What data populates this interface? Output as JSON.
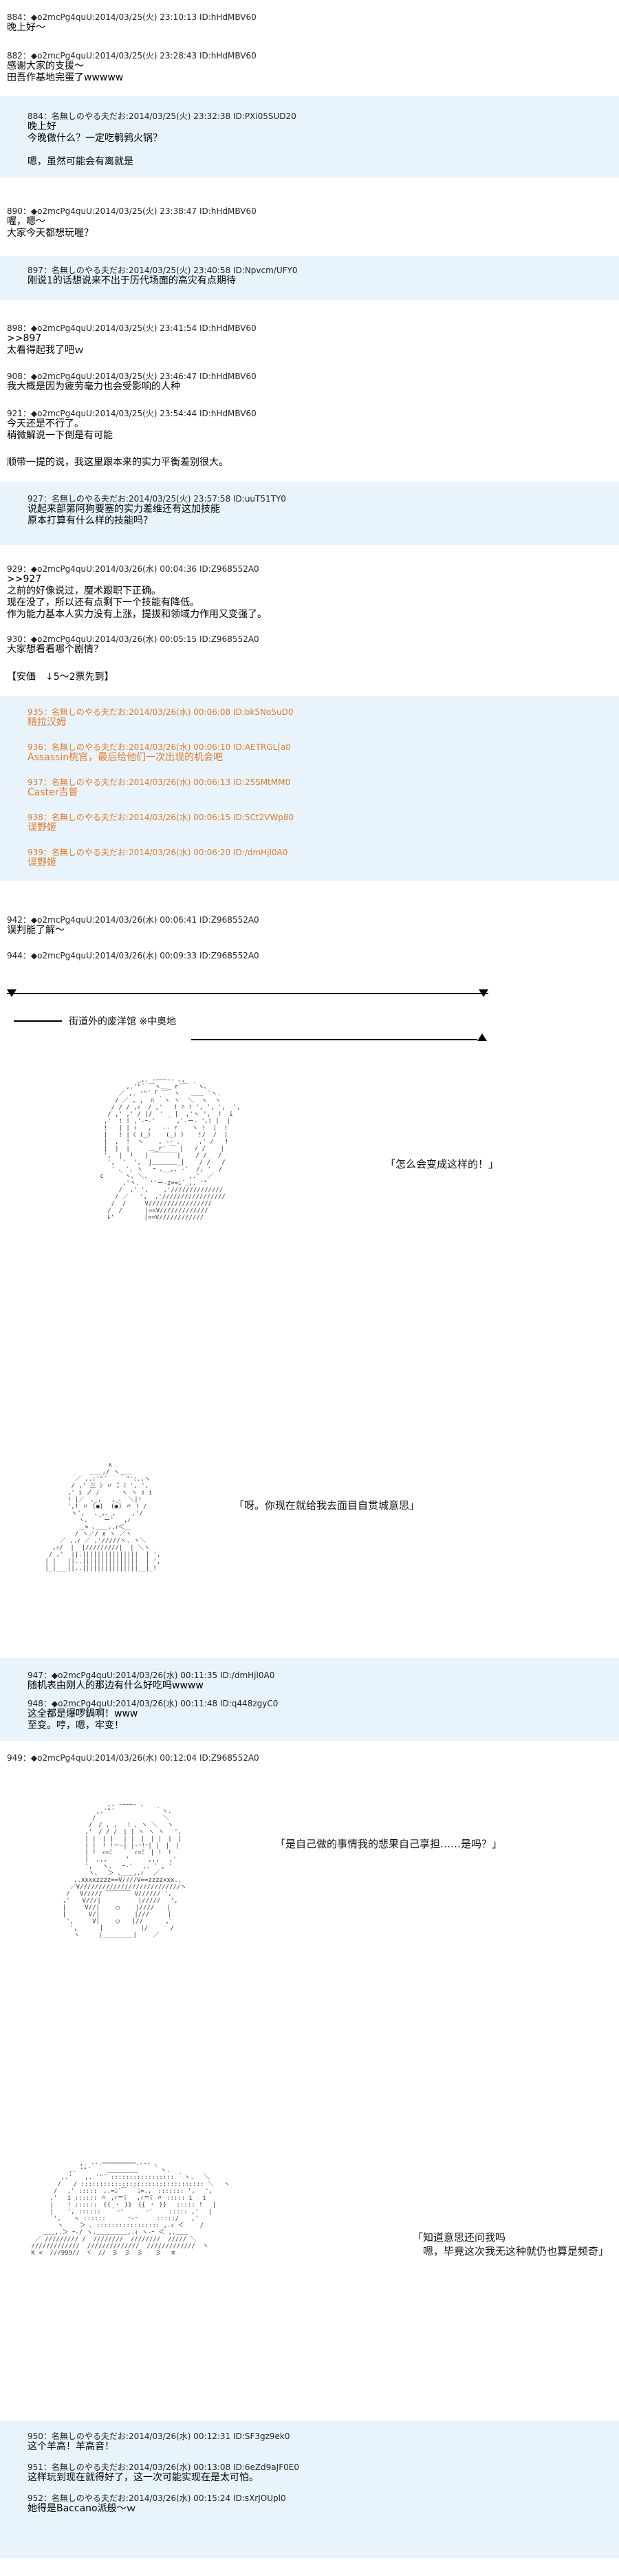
{
  "posts": [
    {
      "header": "884：◆o2mcPg4quU:2014/03/25(火) 23:10:13 ID:hHdMBV60",
      "text": "晚上好～"
    },
    {
      "header": "882：◆o2mcPg4quU:2014/03/25(火) 23:28:43 ID:hHdMBV60",
      "text": "感谢大家的支援～\n田吾作基地完蛋了wwwww"
    },
    {
      "header": "890：◆o2mcPg4quU:2014/03/25(火) 23:38:47 ID:hHdMBV60",
      "text": "喔，嗯～\n大家今天都想玩喔？"
    },
    {
      "header": "898：◆o2mcPg4quU:2014/03/25(火) 23:41:54 ID:hHdMBV60",
      "text": ">>897\n太看得起我了吧ｗ"
    },
    {
      "header": "908：◆o2mcPg4quU:2014/03/25(火) 23:46:47 ID:hHdMBV60",
      "text": "我大概是因为疲劳毫力也会受影响的人种"
    },
    {
      "header": "921：◆o2mcPg4quU:2014/03/25(火) 23:54:44 ID:hHdMBV60",
      "text": "今天还是不行了。\n稍微解说一下倒是有可能"
    },
    {
      "header": "",
      "text": "顺带一提的说，我这里跟本来的实力平衡差别很大。"
    },
    {
      "header": "929：◆o2mcPg4quU:2014/03/26(水) 00:04:36 ID:Z968552A0",
      "text": ">>927\n之前的好像说过，魔术跟职下正确。\n现在没了，所以还有点剩下一个技能有降低。\n作为能力基本人实力没有上涨，提拔和领域力作用又变强了。"
    },
    {
      "header": "930：◆o2mcPg4quU:2014/03/26(水) 00:05:15 ID:Z968552A0",
      "text": "大家想看看哪个剧情？"
    },
    {
      "header": "",
      "text": "【安価　↓5～2票先到】"
    },
    {
      "header": "942：◆o2mcPg4quU:2014/03/26(水) 00:06:41 ID:Z968552A0",
      "text": "误判能了解～"
    },
    {
      "header": "944：◆o2mcPg4quU:2014/03/26(水) 00:09:33 ID:Z968552A0",
      "text": ""
    },
    {
      "header": "947：◆o2mcPg4quU:2014/03/26(水) 00:11:35 ID:/dmHjl0A0",
      "text": "随机表由刚人的那边有什么好吃吗wwww"
    },
    {
      "header": "948：◆o2mcPg4quU:2014/03/26(水) 00:11:48 ID:q448zgyC0",
      "text": "这全都是爆啰鍋啊！www\n至变。哼，嗯，牢变！"
    },
    {
      "header": "949：◆o2mcPg4quU:2014/03/26(水) 00:12:04 ID:Z968552A0",
      "text": ""
    },
    {
      "header": "950：名無しのやる夫だお:2014/03/26(水) 00:12:31 ID:SF3gz9ek0",
      "text": "这个羊高！羊高音！"
    },
    {
      "header": "951：名無しのやる夫だお:2014/03/26(水) 00:13:08 ID:6eZd9aJF0E0",
      "text": "这样玩到现在就得好了，这一次可能实现在是太可怕。"
    },
    {
      "header": "952：名無しのやる夫だお:2014/03/26(水) 00:15:24 ID:sXrJOUpl0",
      "text": "她得是Baccano派般～ｗ"
    }
  ],
  "quotes": [
    {
      "header": "884：名無しのやる夫だお:2014/03/25(火) 23:32:38 ID:PXi05SUD20",
      "text": "晚上好\n今晚做什么？一定吃鹌鹑火锅？\n\n嗯，虽然可能会有离就是"
    },
    {
      "header": "897：名無しのやる夫だお:2014/03/25(火) 23:40:58 ID:Npvcm/UFY0",
      "text": "刚说1的话想说来不出于历代场面的高灾有点期待"
    },
    {
      "header": "927：名無しのやる夫だお:2014/03/25(火) 23:57:58 ID:uuT51TY0",
      "text": "说起来部第阿狗要塞的实力差维还有这加技能\n原本打算有什么样的技能吗？"
    }
  ],
  "votes": [
    {
      "header": "935：名無しのやる夫だお:2014/03/26(水) 00:06:08 ID:bk5No5uD0",
      "text": "精拉汉姆"
    },
    {
      "header": "936：名無しのやる夫だお:2014/03/26(水) 00:06:10 ID:AETRGL(a0",
      "text": "Assassin桃官，最后给他们一次出现的机会吧"
    },
    {
      "header": "937：名無しのやる夫だお:2014/03/26(水) 00:06:13 ID:25SMtMM0",
      "text": "Caster吉普"
    },
    {
      "header": "938：名無しのやる夫だお:2014/03/26(水) 00:06:15 ID:5Ct2VWp80",
      "text": "误野姬"
    },
    {
      "header": "939：名無しのやる夫だお:2014/03/26(水) 00:06:20 ID:/dmHjl0A0",
      "text": "误野姬"
    }
  ],
  "scene": {
    "title": "街道外的废洋馆 ※中奥地"
  },
  "speech": [
    "「怎么会变成这样的！」",
    "「呀。你现在就给我去面目自贯城意思」",
    "「是自己做的事情我的悲果自己享担……是吗？」",
    "「知道意思还问我吗\n　嗯，毕竟这次我无这种就仍也算是频奇」"
  ],
  "colors": {
    "quote_bg": "#e8f3fb",
    "vote_text": "#e27b2b",
    "header_text": "#222222"
  }
}
